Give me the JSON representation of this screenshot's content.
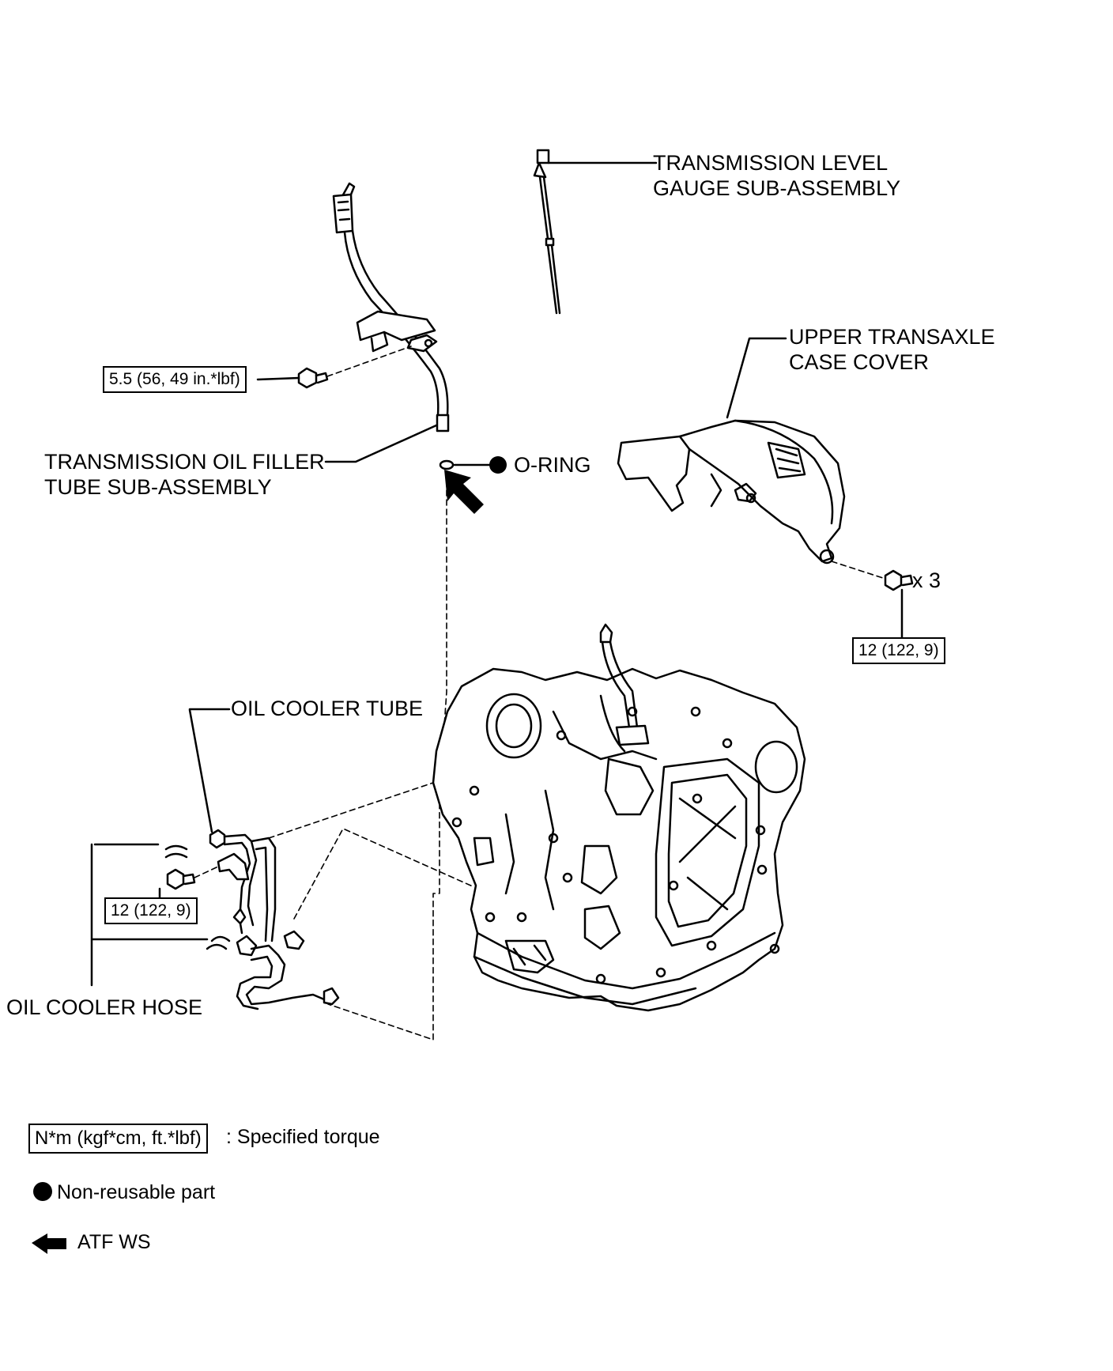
{
  "labels": {
    "level_gauge_line1": "TRANSMISSION LEVEL",
    "level_gauge_line2": "GAUGE SUB-ASSEMBLY",
    "upper_cover_line1": "UPPER TRANSAXLE",
    "upper_cover_line2": "CASE COVER",
    "filler_tube_line1": "TRANSMISSION OIL FILLER",
    "filler_tube_line2": "TUBE SUB-ASSEMBLY",
    "o_ring": "O-RING",
    "oil_cooler_tube": "OIL COOLER TUBE",
    "oil_cooler_hose": "OIL COOLER HOSE",
    "bolt_qty": "x 3"
  },
  "torques": {
    "filler_tube_bolt": "5.5 (56, 49 in.*lbf)",
    "case_cover_bolt": "12 (122, 9)",
    "cooler_tube_bolt": "12 (122, 9)"
  },
  "legend": {
    "torque_box": "N*m (kgf*cm, ft.*lbf)",
    "torque_desc": ": Specified torque",
    "non_reusable": "Non-reusable part",
    "atf": "ATF WS"
  },
  "colors": {
    "ink": "#000000",
    "paper": "#ffffff"
  }
}
